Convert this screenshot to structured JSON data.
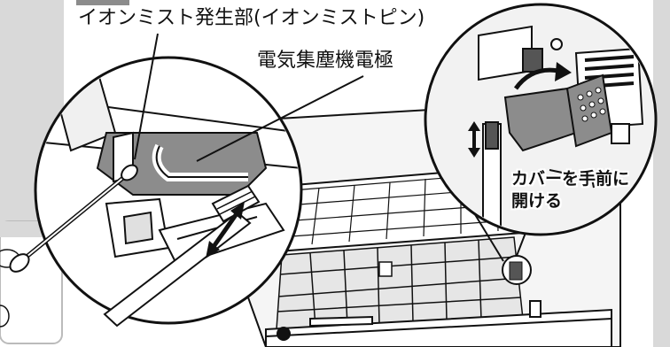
{
  "labels": {
    "ion_mist": "イオンミスト発生部(イオンミストピン)",
    "electrode": "電気集塵機電極",
    "cover_line1": "カバーを手前に",
    "cover_line2": "開ける"
  },
  "colors": {
    "background": "#ffffff",
    "page_panel": "#d9d9d9",
    "part_dark_gray": "#8c8c8c",
    "line": "#111111",
    "filter_light": "#e6e6e6"
  },
  "icons": {
    "double_arrow_diagonal": "double-headed-arrow",
    "double_arrow_vertical": "double-headed-arrow",
    "rotate_arrow": "curved-arrow"
  }
}
